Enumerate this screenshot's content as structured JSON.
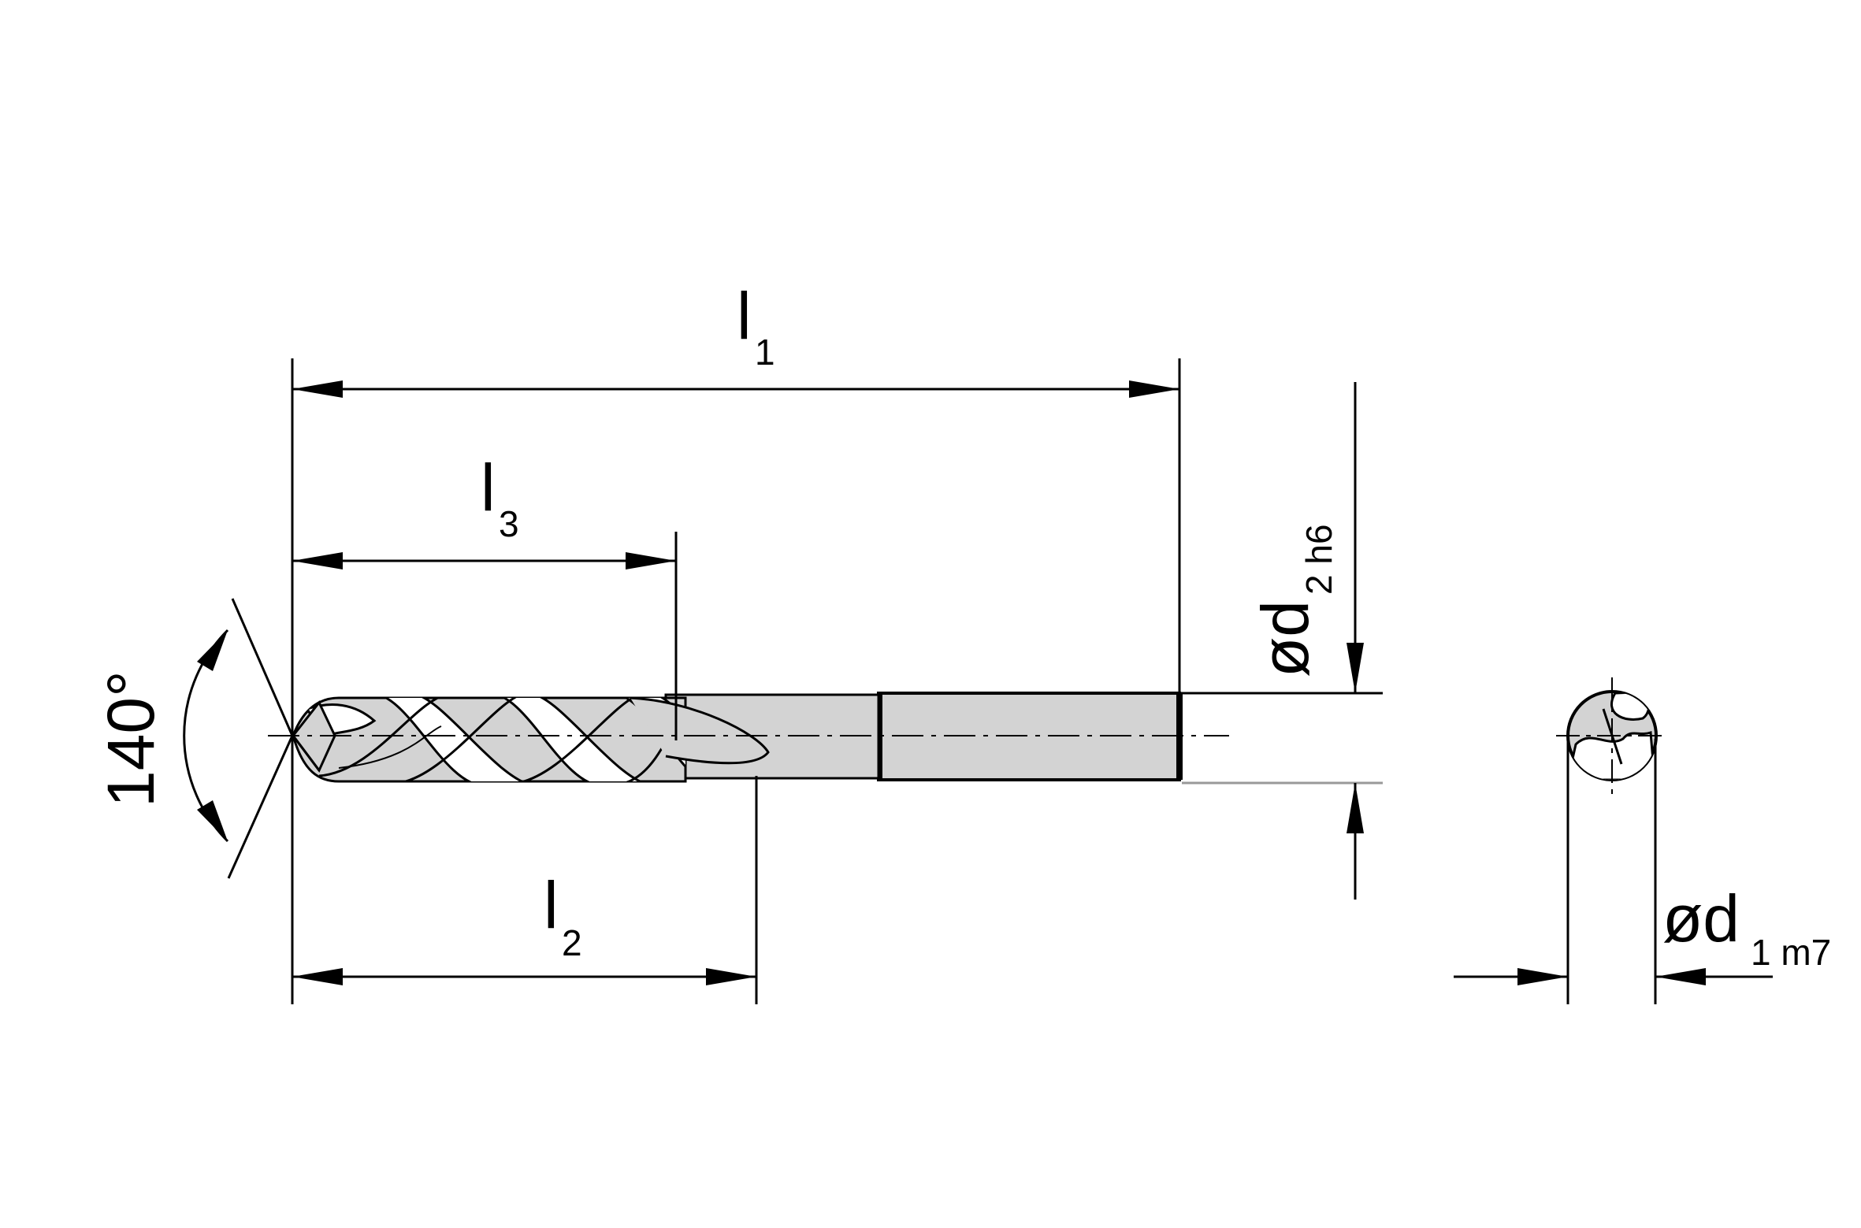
{
  "diagram": {
    "type": "technical-drawing",
    "subject": "twist-drill",
    "colors": {
      "line": "#000000",
      "body": "#d3d3d3",
      "background": "#ffffff"
    },
    "labels": {
      "l1": {
        "main": "l",
        "sub": "1"
      },
      "l2": {
        "main": "l",
        "sub": "2"
      },
      "l3": {
        "main": "l",
        "sub": "3"
      },
      "angle": "140°",
      "d2": {
        "main": "ød",
        "sub": "2 h6"
      },
      "d1": {
        "main": "ød",
        "sub": "1 m7"
      }
    }
  }
}
